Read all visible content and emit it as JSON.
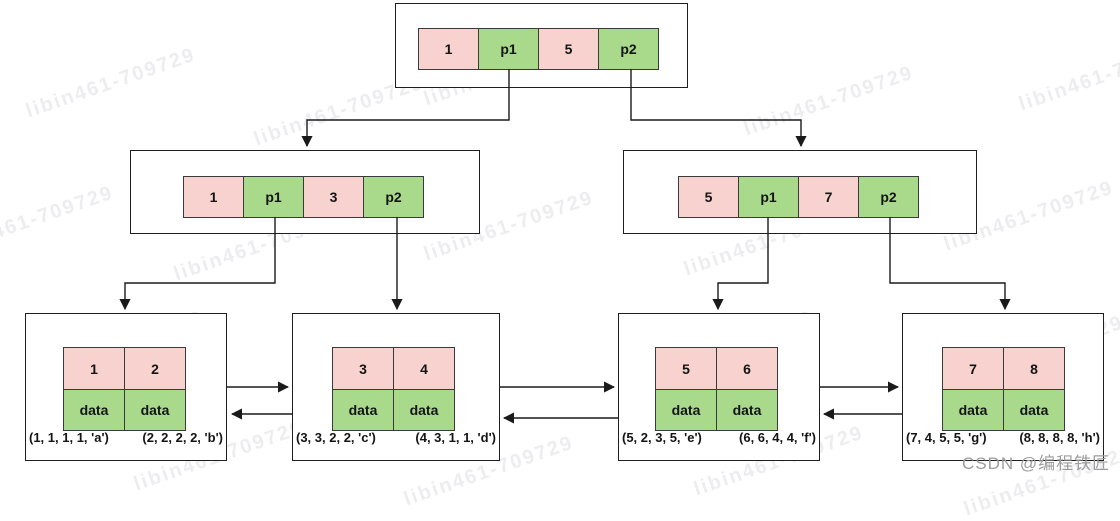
{
  "diagram_title": "b-plus-tree-structure",
  "tree": {
    "root": {
      "cells": [
        "1",
        "p1",
        "5",
        "p2"
      ]
    },
    "internals": [
      {
        "cells": [
          "1",
          "p1",
          "3",
          "p2"
        ]
      },
      {
        "cells": [
          "5",
          "p1",
          "7",
          "p2"
        ]
      }
    ],
    "leaves": [
      {
        "keys": [
          "1",
          "2"
        ],
        "data": [
          "data",
          "data"
        ],
        "records": [
          "(1, 1, 1, 1, 'a')",
          "(2, 2, 2, 2, 'b')"
        ]
      },
      {
        "keys": [
          "3",
          "4"
        ],
        "data": [
          "data",
          "data"
        ],
        "records": [
          "(3, 3, 2, 2, 'c')",
          "(4, 3, 1, 1, 'd')"
        ]
      },
      {
        "keys": [
          "5",
          "6"
        ],
        "data": [
          "data",
          "data"
        ],
        "records": [
          "(5, 2, 3, 5, 'e')",
          "(6, 6, 4, 4, 'f')"
        ]
      },
      {
        "keys": [
          "7",
          "8"
        ],
        "data": [
          "data",
          "data"
        ],
        "records": [
          "(7, 4, 5, 5, 'g')",
          "(8, 8, 8, 8, 'h')"
        ]
      }
    ]
  },
  "colors": {
    "key_bg": "#f7d2ce",
    "pointer_bg": "#a9da8c",
    "cell_border": "#3a3a3a",
    "line": "#1a1a1a"
  },
  "watermark": {
    "text": "libin461-709729",
    "credit": "CSDN @编程铁匠"
  }
}
